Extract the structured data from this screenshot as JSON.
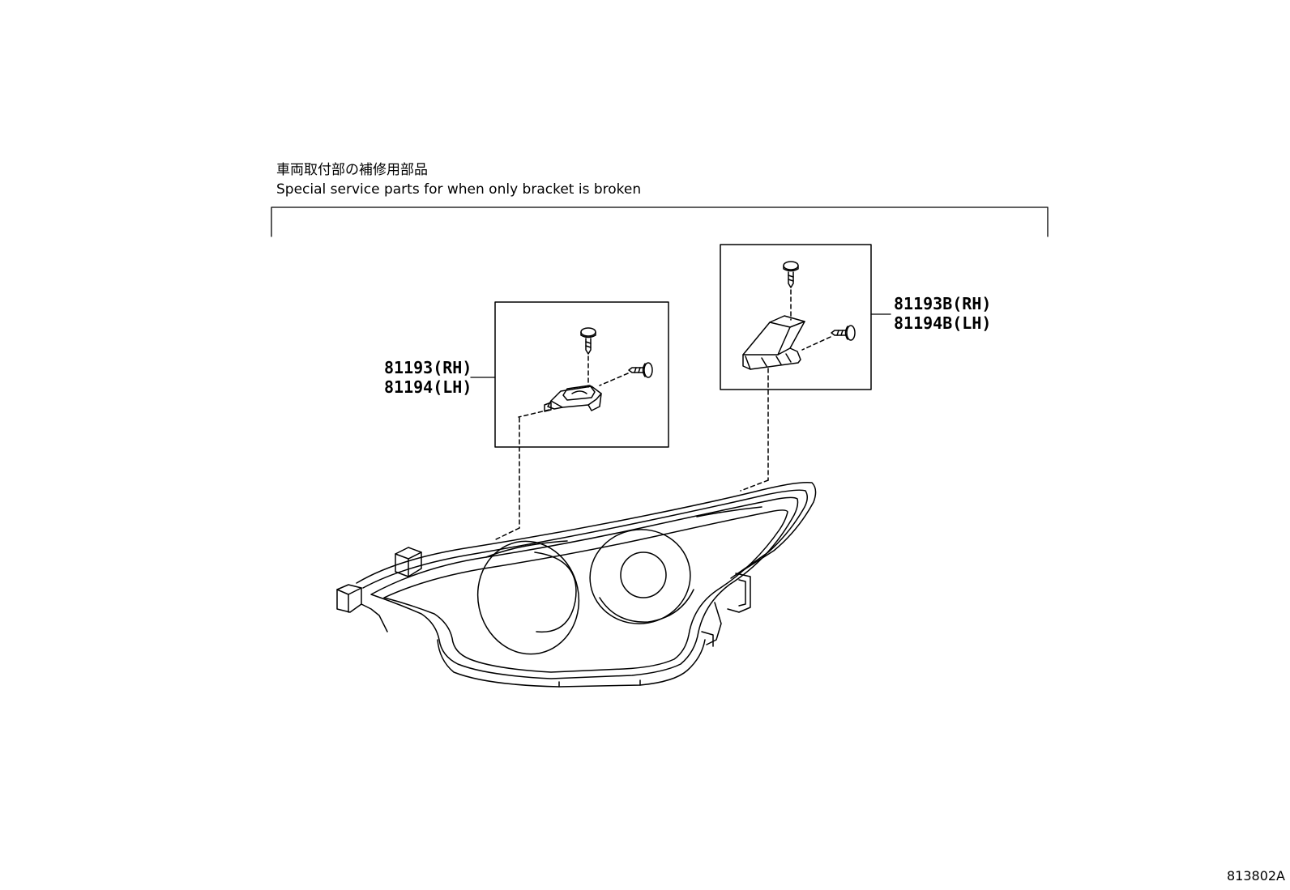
{
  "heading": {
    "japanese": "車両取付部の補修用部品",
    "english": "Special service parts for when only bracket is broken"
  },
  "parts": [
    {
      "rh": "81193(RH)",
      "lh": "81194(LH)"
    },
    {
      "rh": "81193B(RH)",
      "lh": "81194B(LH)"
    }
  ],
  "figure_code": "813802A"
}
